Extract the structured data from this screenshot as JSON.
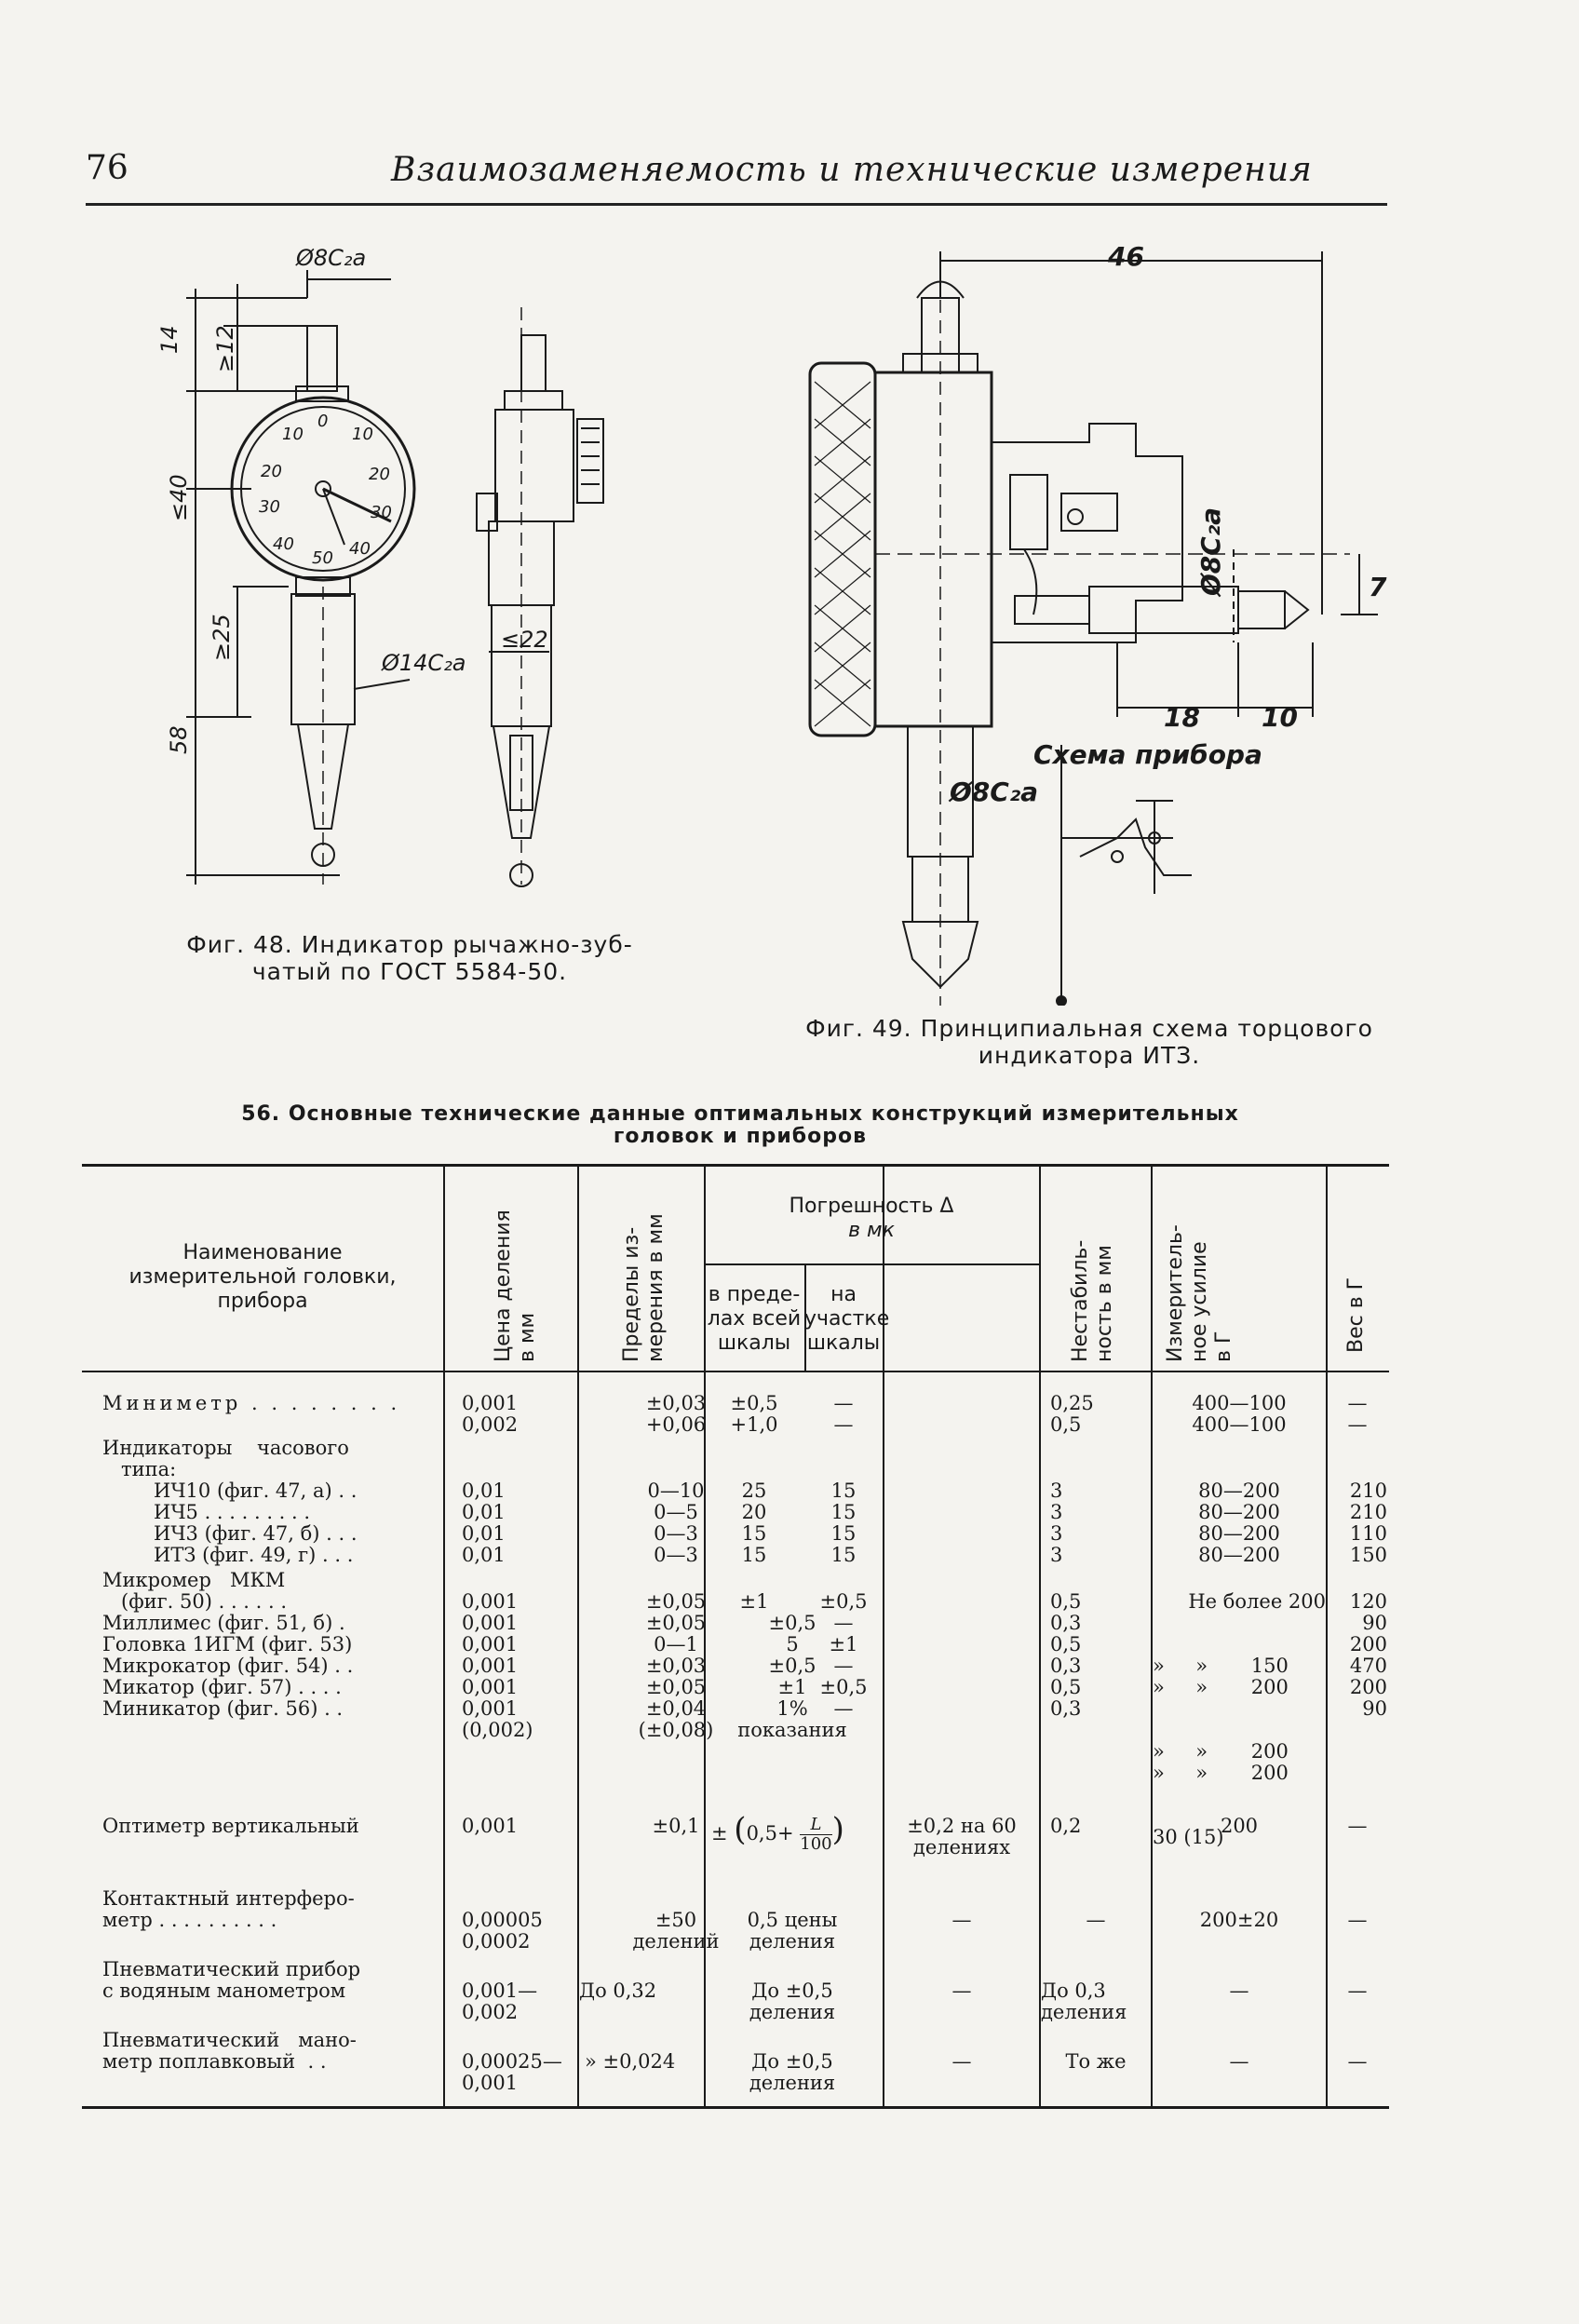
{
  "header": {
    "page_number": "76",
    "running_title": "Взаимозаменяемость и технические измерения"
  },
  "figure48": {
    "caption_line1": "Фиг. 48. Индикатор рычажно-зуб-",
    "caption_line2": "чатый по ГОСТ 5584-50.",
    "dims": {
      "top_dia": "Ø8C₂a",
      "d14": "14",
      "d12": "≥12",
      "d40": "≤40",
      "d25": "≥25",
      "d58": "58",
      "dia14": "Ø14C₂a",
      "d22": "≤22"
    },
    "dial_numbers": [
      "0",
      "10",
      "20",
      "30",
      "40",
      "50",
      "40",
      "30",
      "20",
      "10"
    ]
  },
  "figure49": {
    "caption_line1": "Фиг. 49. Принципиальная схема торцового",
    "caption_line2": "индикатора ИТЗ.",
    "dims": {
      "d46": "46",
      "dia8_side": "Ø8C₂a",
      "d7": "7",
      "d18": "18",
      "d10": "10",
      "dia8_stem": "Ø8C₂a"
    },
    "scheme_label": "Схема прибора"
  },
  "table": {
    "title_line1": "56. Основные технические данные оптимальных конструкций измерительных",
    "title_line2": "головок и приборов",
    "headers": {
      "name": [
        "Наименование",
        "измерительной головки,",
        "прибора"
      ],
      "division": [
        "Цена деления",
        "в мм"
      ],
      "range": [
        "Пределы из-",
        "мерения в мм"
      ],
      "error_group": [
        "Погрешность Δ",
        "в мк"
      ],
      "error_full": [
        "в преде-",
        "лах всей",
        "шкалы"
      ],
      "error_part": [
        "на",
        "участке",
        "шкалы"
      ],
      "instability": [
        "Нестабиль-",
        "ность в мм"
      ],
      "force": [
        "Измеритель-",
        "ное усилие",
        "в Г"
      ],
      "weight": [
        "Вес в Г"
      ]
    },
    "rows": [
      {
        "name": [
          "Миниметр . . . . . . . ."
        ],
        "division": [
          "0,001",
          "0,002"
        ],
        "range": [
          "±0,03",
          "+0,06"
        ],
        "err_full": [
          "±0,5",
          "+1,0"
        ],
        "err_part": [
          "—",
          "—"
        ],
        "instability": [
          "0,25",
          "0,5"
        ],
        "force": [
          "400—100",
          "400—100"
        ],
        "weight": [
          "—",
          "—"
        ]
      },
      {
        "name": [
          "Индикаторы    часового",
          "   типа:"
        ],
        "division": [],
        "range": [],
        "err_full": [],
        "err_part": [],
        "instability": [],
        "force": [],
        "weight": []
      },
      {
        "name": [
          "ИЧ10 (фиг. 47, а) . .",
          "ИЧ5 . . . . . . . . .",
          "ИЧ3 (фиг. 47, б) . . .",
          "ИТЗ (фиг. 49, г) . . ."
        ],
        "division": [
          "0,01",
          "0,01",
          "0,01",
          "0,01"
        ],
        "range": [
          "0—10",
          "0—5",
          "0—3",
          "0—3"
        ],
        "err_full": [
          "25",
          "20",
          "15",
          "15"
        ],
        "err_part": [
          "15",
          "15",
          "15",
          "15"
        ],
        "instability": [
          "3",
          "3",
          "3",
          "3"
        ],
        "force": [
          "80—200",
          "80—200",
          "80—200",
          "80—200"
        ],
        "weight": [
          "210",
          "210",
          "110",
          "150"
        ]
      },
      {
        "name": [
          "Микромер   МКМ",
          "   (фиг. 50) . . . . . ."
        ],
        "division": [
          "",
          "0,001"
        ],
        "range": [
          "",
          "±0,05"
        ],
        "err_full": [
          "",
          "±1"
        ],
        "err_part": [
          "",
          "±0,5"
        ],
        "instability": [
          "",
          "0,5"
        ],
        "force": [
          "",
          "Не более 200"
        ],
        "weight": [
          "",
          "120"
        ]
      },
      {
        "name": [
          "Миллимес (фиг. 51, б) .",
          "Головка 1ИГМ (фиг. 53)",
          "Микрокатор (фиг. 54) . .",
          "Микатор (фиг. 57) . . . .",
          "Миникатор (фиг. 56) . ."
        ],
        "division": [
          "0,001",
          "0,001",
          "0,001",
          "0,001",
          "0,001",
          "(0,002)"
        ],
        "range": [
          "±0,05",
          "0—1",
          "±0,03",
          "±0,05",
          "±0,04",
          "(±0,08)"
        ],
        "err_full": [
          "±0,5",
          "5",
          "±0,5",
          "±1",
          "1%",
          "показания"
        ],
        "err_part": [
          "—",
          "±1",
          "—",
          "±0,5",
          "—"
        ],
        "instability": [
          "0,3",
          "0,5",
          "0,3",
          "0,5",
          "0,3"
        ],
        "force": [
          "»     »       150",
          "»     »       200",
          "»     »       200",
          "»     »       200",
          "30 (15)"
        ],
        "weight": [
          "90",
          "200",
          "470",
          "200",
          "90"
        ]
      },
      {
        "name": [
          "Оптиметр вертикальный"
        ],
        "division": [
          "0,001"
        ],
        "range": [
          "±0,1"
        ],
        "err_full_formula": {
          "prefix": "±",
          "text": "0,5+",
          "num": "L",
          "den": "100"
        },
        "err_part": [
          "±0,2 на 60",
          "делениях"
        ],
        "instability": [
          "0,2"
        ],
        "force": [
          "200"
        ],
        "weight": [
          "—"
        ]
      },
      {
        "name": [
          "Контактный интерферо-",
          "метр . . . . . . . . . ."
        ],
        "division": [
          "0,00005",
          "0,0002"
        ],
        "range": [
          "±50",
          "делений"
        ],
        "err_full": [
          "0,5 цены",
          "деления"
        ],
        "err_part": [
          "—"
        ],
        "instability": [
          "—"
        ],
        "force": [
          "200±20"
        ],
        "weight": [
          "—"
        ]
      },
      {
        "name": [
          "Пневматический прибор",
          "с водяным манометром"
        ],
        "division": [
          "0,001—",
          "0,002"
        ],
        "range": [
          "До 0,32"
        ],
        "err_full": [
          "До ±0,5",
          "деления"
        ],
        "err_part": [
          "—"
        ],
        "instability": [
          "До 0,3",
          "деления"
        ],
        "force": [
          "—"
        ],
        "weight": [
          "—"
        ]
      },
      {
        "name": [
          "Пневматический   мано-",
          "метр поплавковый  . ."
        ],
        "division": [
          "0,00025—",
          "0,001"
        ],
        "range": [
          "» ±0,024"
        ],
        "err_full": [
          "До ±0,5",
          "деления"
        ],
        "err_part": [
          "—"
        ],
        "instability": [
          "То же"
        ],
        "force": [
          "—"
        ],
        "weight": [
          "—"
        ]
      }
    ]
  }
}
